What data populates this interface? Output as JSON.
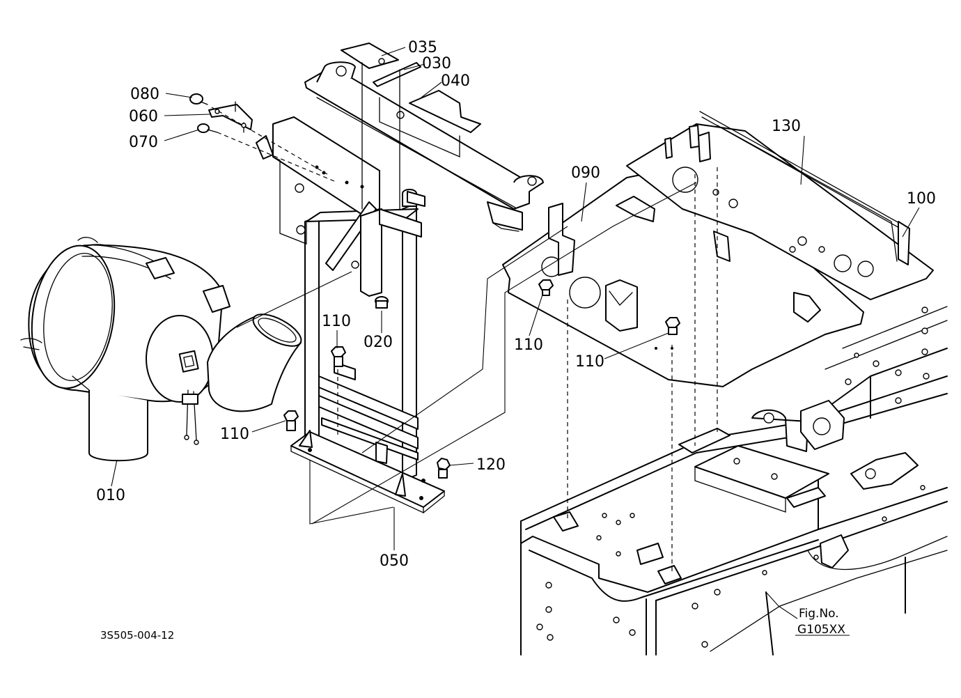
{
  "diagram": {
    "drawing_code": "3S505-004-12",
    "figure_caption": "Fig.No.",
    "figure_number": "G105XX",
    "part_labels": {
      "p010": "010",
      "p020": "020",
      "p030": "030",
      "p035": "035",
      "p040": "040",
      "p050": "050",
      "p060": "060",
      "p070": "070",
      "p080": "080",
      "p090": "090",
      "p100": "100",
      "p110a": "110",
      "p110b": "110",
      "p110c": "110",
      "p110d": "110",
      "p120": "120",
      "p130": "130"
    }
  }
}
